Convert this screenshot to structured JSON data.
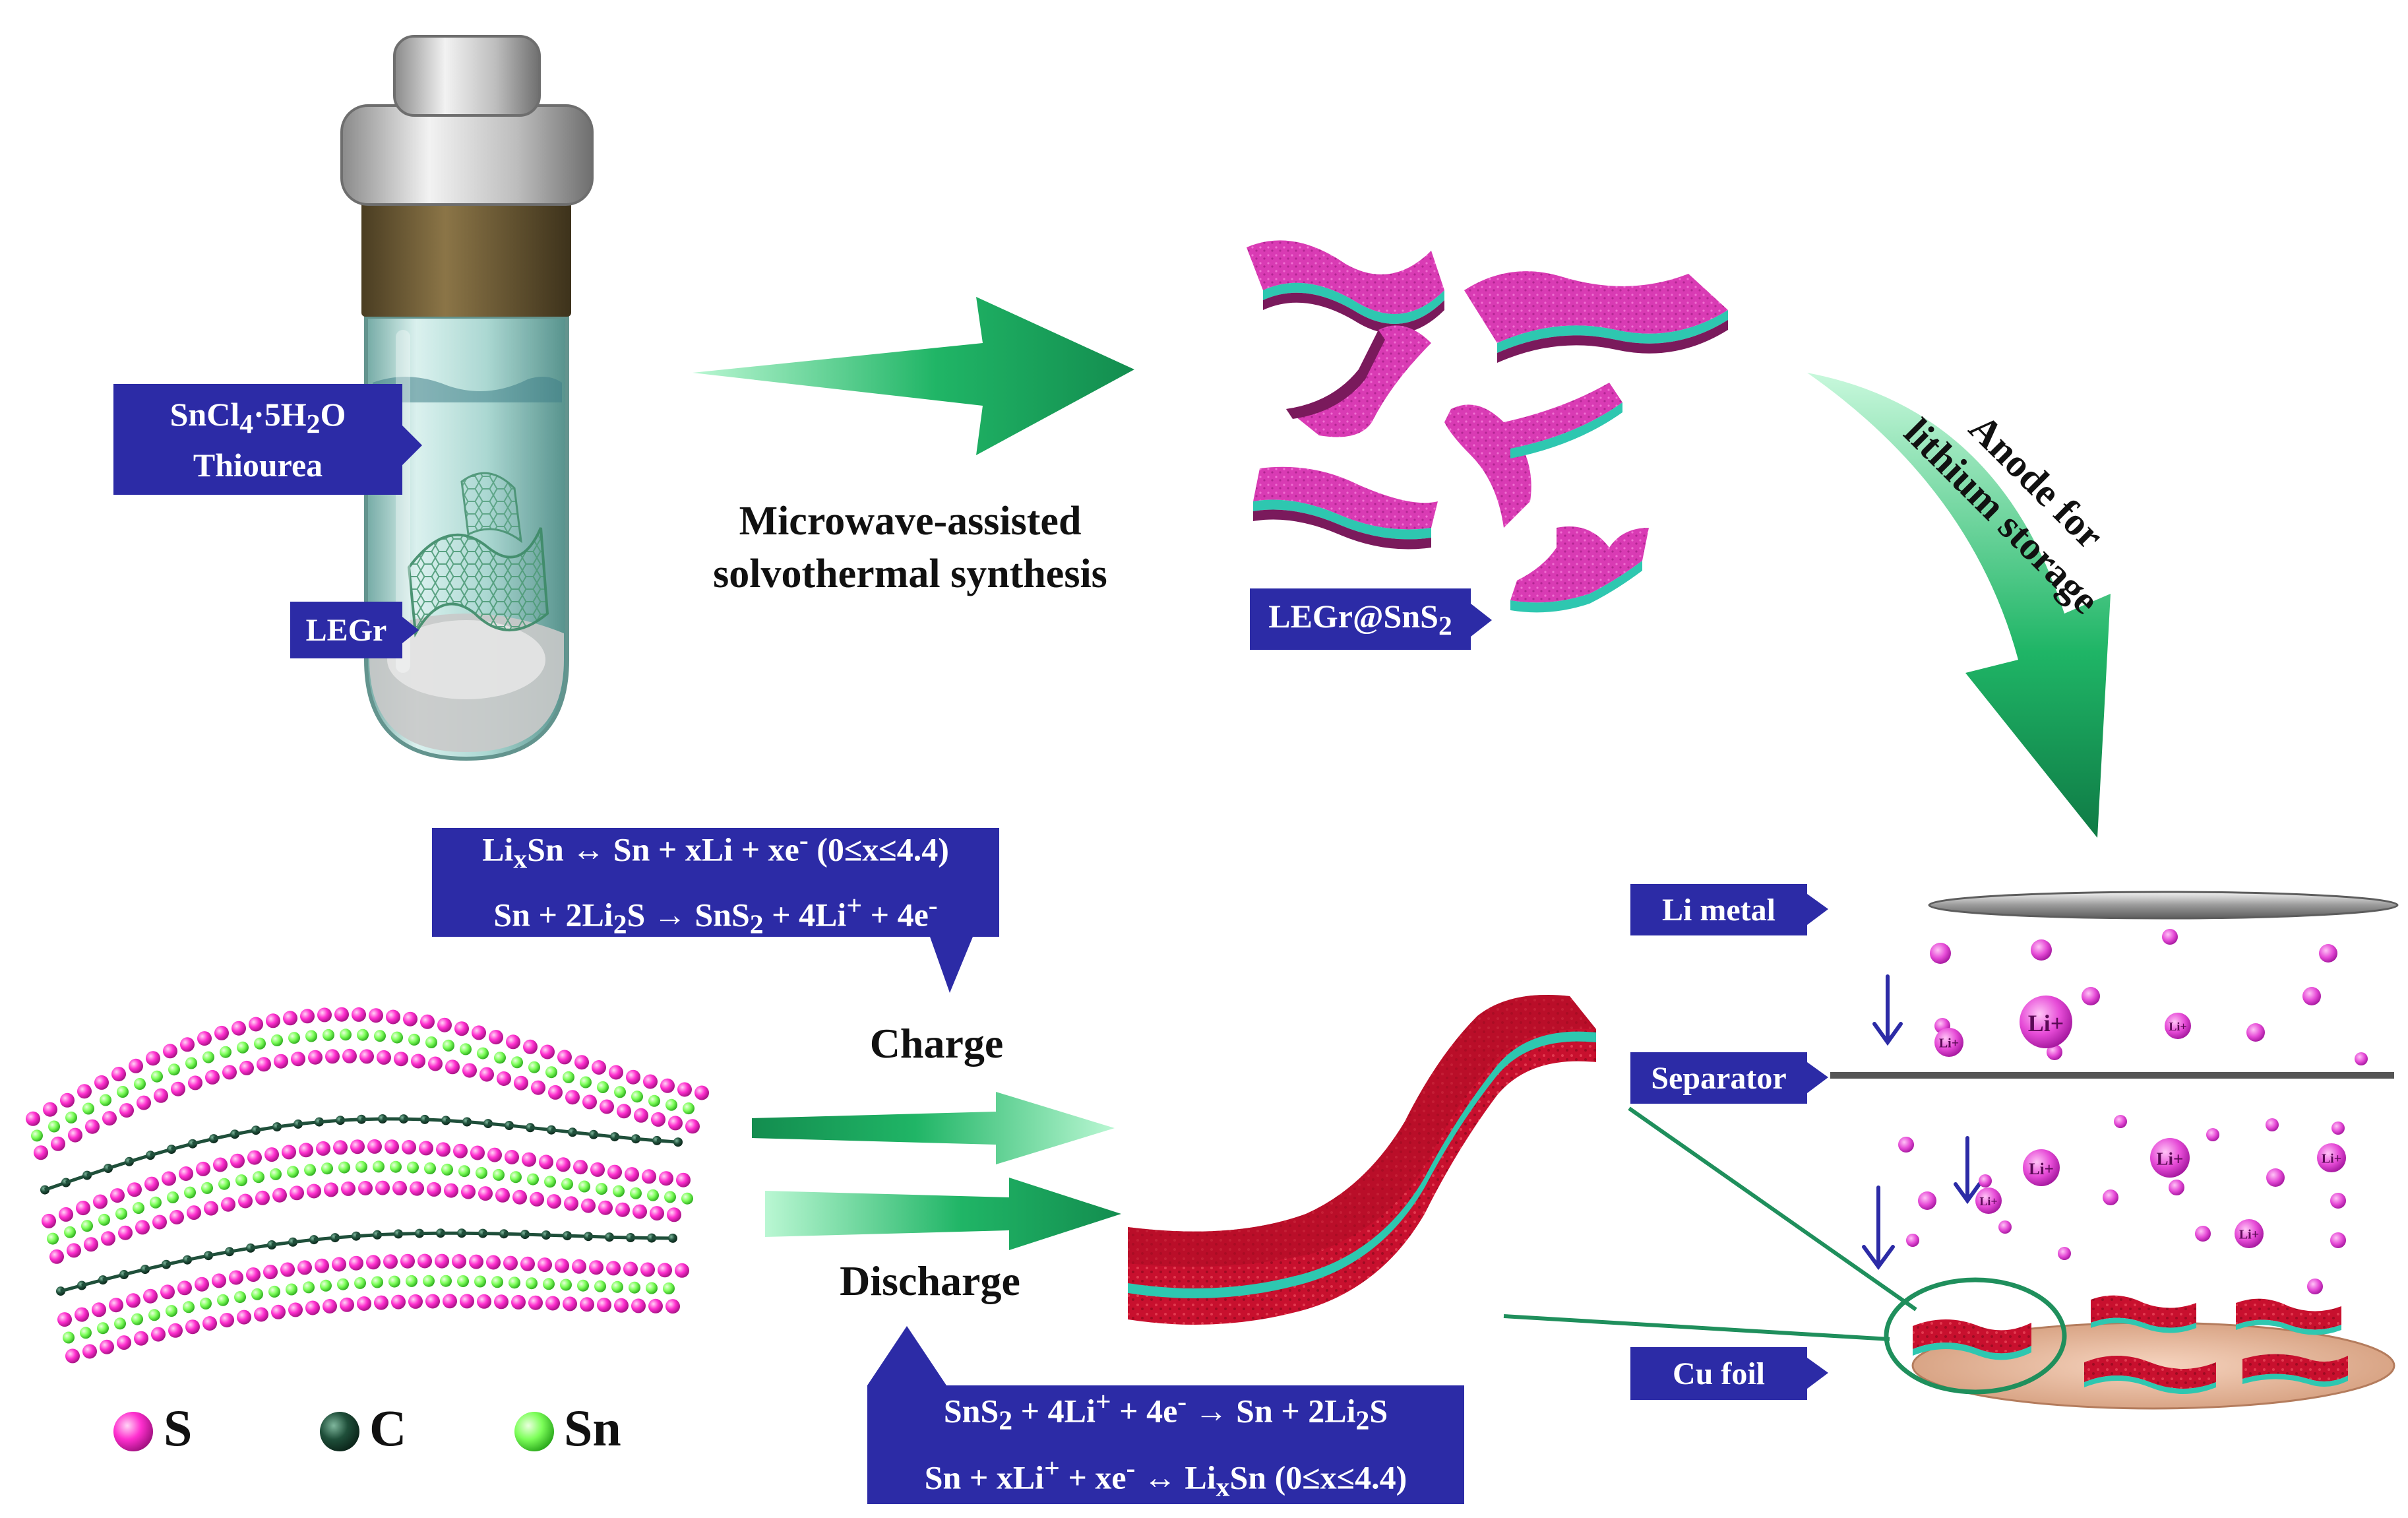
{
  "tube_labels": {
    "precursor_lines": [
      "SnCl4·5H2O",
      "Thiourea"
    ],
    "precursor_html": "SnCl<sub>4</sub>·5H<sub>2</sub>O",
    "support": "LEGr"
  },
  "process": {
    "synthesis_lines": [
      "Microwave-assisted",
      "solvothermal synthesis"
    ],
    "product_label": "LEGr@SnS2",
    "product_html": "LEGr@SnS<sub>2</sub>",
    "application_lines": [
      "Anode for",
      "lithium storage"
    ]
  },
  "cell_labels": {
    "li_metal": "Li metal",
    "separator": "Separator",
    "cu_foil": "Cu foil",
    "li_ion": "Li+"
  },
  "electrochemistry": {
    "charge_label": "Charge",
    "discharge_label": "Discharge",
    "charge_equations": [
      "LixSn ↔ Sn + xLi + xe- (0≤x≤4.4)",
      "Sn + 2Li2S → SnS2 + 4Li+ + 4e-"
    ],
    "charge_equations_html": [
      "Li<sub>x</sub>Sn ↔ Sn + xLi + xe<sup>-</sup> (0≤x≤4.4)",
      "Sn + 2Li<sub>2</sub>S → SnS<sub>2</sub> + 4Li<sup>+</sup> + 4e<sup>-</sup>"
    ],
    "discharge_equations": [
      "SnS2 + 4Li+ + 4e- → Sn + 2Li2S",
      "Sn + xLi+ + xe- ↔ LixSn (0≤x≤4.4)"
    ],
    "discharge_equations_html": [
      "SnS<sub>2</sub> + 4Li<sup>+</sup> + 4e<sup>-</sup> → Sn + 2Li<sub>2</sub>S",
      "Sn + xLi<sup>+</sup> + xe<sup>-</sup> ↔ Li<sub>x</sub>Sn (0≤x≤4.4)"
    ]
  },
  "legend": [
    {
      "symbol": "S",
      "color": "#ff2fcf"
    },
    {
      "symbol": "C",
      "color": "#1f4f3a"
    },
    {
      "symbol": "Sn",
      "color": "#7dff5a"
    }
  ],
  "colors": {
    "callout": "#2c2ba6",
    "arrow_green": "#1fb86a",
    "sheet_magenta": "#d93bb4",
    "sheet_teal": "#2ec7b0",
    "electrode_red": "#c8102e",
    "li_ion": "#e64bd7",
    "cu_foil": "#e9b99a"
  }
}
